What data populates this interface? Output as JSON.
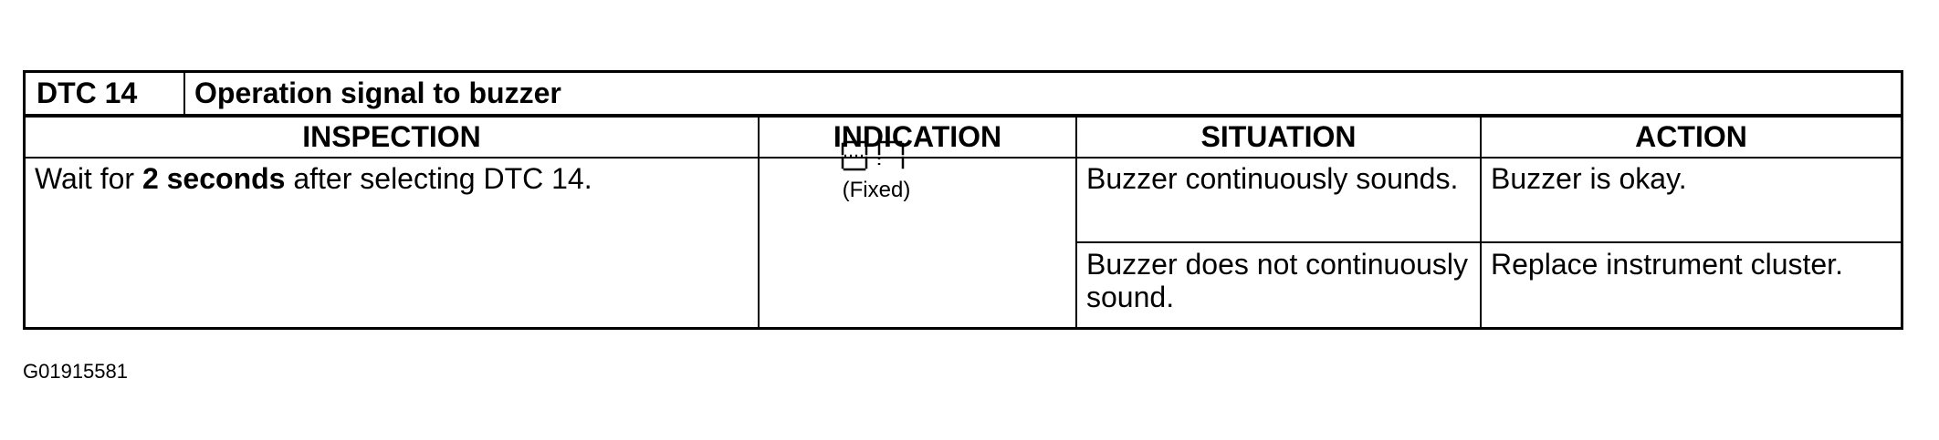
{
  "dtc": {
    "code": "DTC 14",
    "title": "Operation signal to buzzer"
  },
  "columns": [
    "INSPECTION",
    "INDICATION",
    "SITUATION",
    "ACTION"
  ],
  "inspection": {
    "prefix": "Wait for ",
    "emphasis": "2 seconds",
    "suffix": " after selecting DTC 14."
  },
  "indication": {
    "display_icon": "seven-segment-display-icon",
    "label": "(Fixed)"
  },
  "rows": [
    {
      "situation": "Buzzer continuously sounds.",
      "action": "Buzzer is okay."
    },
    {
      "situation": "Buzzer does not continuously sound.",
      "action": "Replace instrument cluster."
    }
  ],
  "figure_id": "G01915581"
}
